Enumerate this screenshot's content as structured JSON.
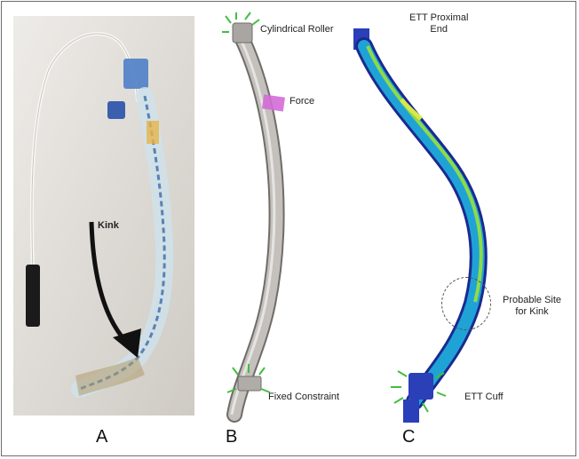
{
  "panels": {
    "a": {
      "letter": "A",
      "kink_label": "Kink"
    },
    "b": {
      "letter": "B",
      "cylindrical_roller": "Cylindrical Roller",
      "force": "Force",
      "fixed_constraint": "Fixed Constraint"
    },
    "c": {
      "letter": "C",
      "proximal_end_line1": "ETT Proximal",
      "proximal_end_line2": "End",
      "probable_site_line1": "Probable Site",
      "probable_site_line2": "for Kink",
      "cuff": "ETT Cuff"
    }
  },
  "colors": {
    "tube_grey": "#b9b6b2",
    "stress_low": "#2a3fb8",
    "stress_mid": "#1fa3d6",
    "stress_high": "#9be03a",
    "constraint_green": "#3fbf3f",
    "force_magenta": "#d23fd2"
  }
}
